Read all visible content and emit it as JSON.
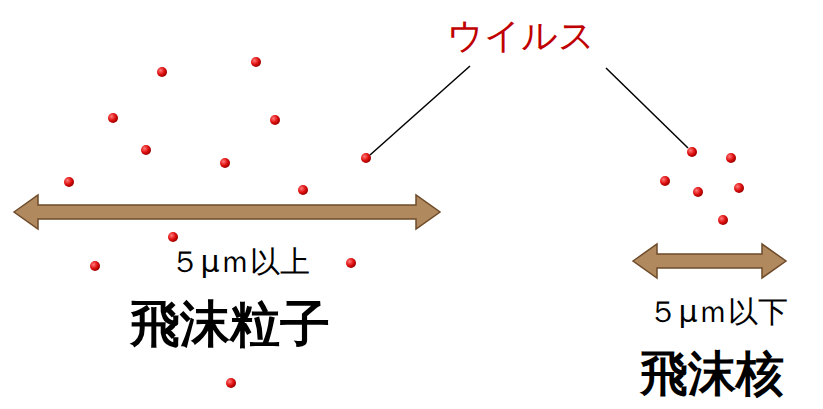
{
  "diagram": {
    "nodes": [
      {
        "text": [
          "５μｍ以上",
          "飛沫粒子"
        ]
      },
      {
        "text": [
          "５μｍ以下",
          "飛沫核"
        ]
      }
    ],
    "labels": [
      "ウイルス"
    ]
  }
}
